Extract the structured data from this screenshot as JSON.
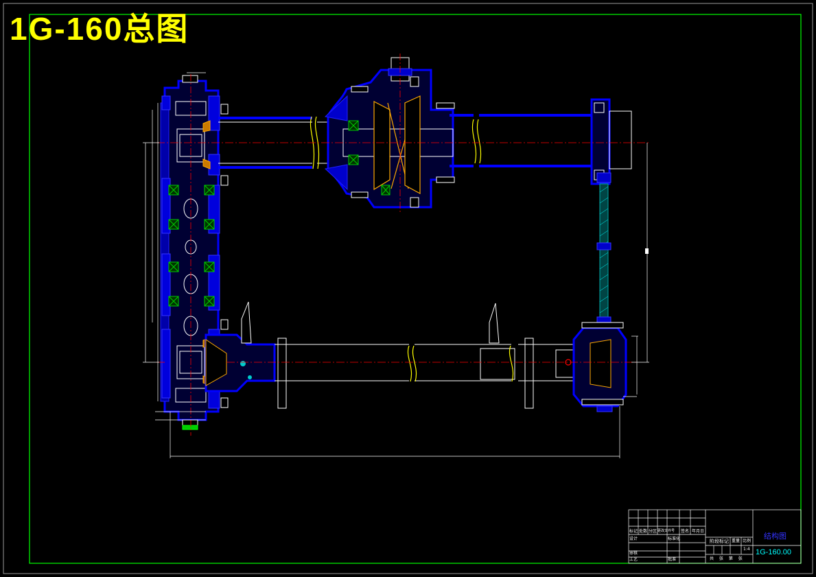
{
  "title": "1G-160总图",
  "colors": {
    "background": "#000000",
    "frame": "#00ff00",
    "title": "#ffff00",
    "housing": "#0000ff",
    "centerline": "#ff0000",
    "outline": "#ffffff",
    "section_hatch": "#00aaaa",
    "bearing": "#00cc00",
    "break_line": "#ffff00",
    "part_no": "#00ffff"
  },
  "title_block": {
    "row_labels": [
      "标记",
      "处数",
      "分区",
      "更改文件号",
      "签名",
      "年月日"
    ],
    "design_label": "设计",
    "standardize_label": "标准化",
    "review_label": "审核",
    "process_label": "工艺",
    "approve_label": "批准",
    "stage_mark_label": "阶段标记",
    "weight_label": "重量",
    "scale_label": "比例",
    "scale_value": "1:4",
    "sheets_label": "共 张 第 张",
    "drawing_name": "结构图",
    "drawing_number": "1G-160.00"
  }
}
